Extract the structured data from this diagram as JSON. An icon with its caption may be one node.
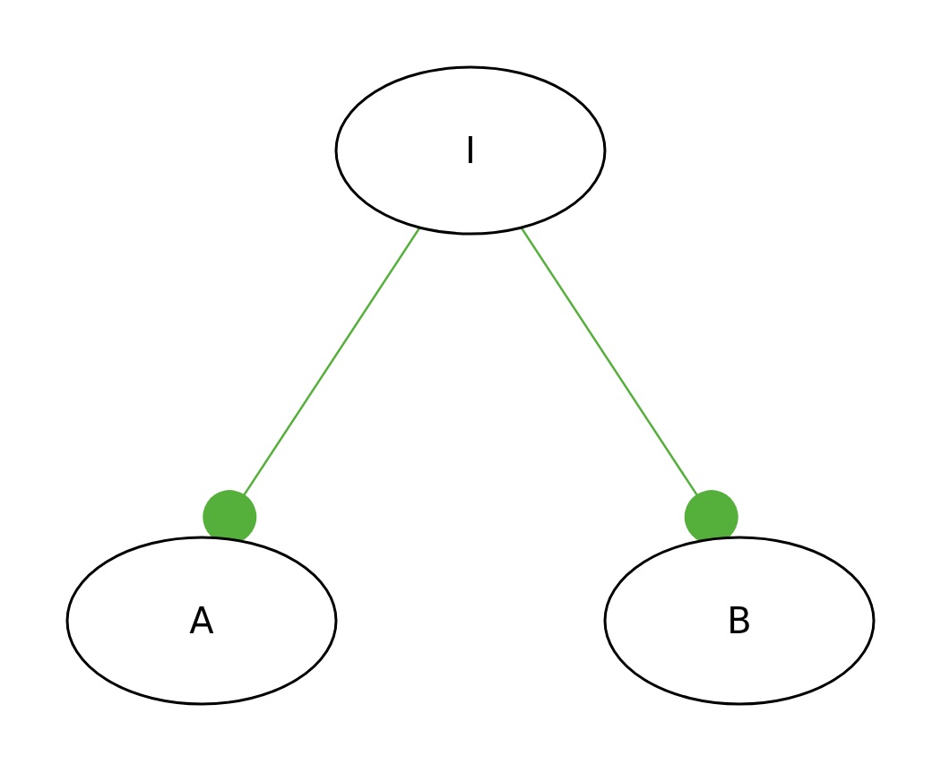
{
  "diagram": {
    "nodes": [
      {
        "text": [
          "I"
        ]
      },
      {
        "text": [
          "A"
        ]
      },
      {
        "text": [
          "B"
        ]
      }
    ],
    "edges": [
      {
        "from": 0,
        "to": 1,
        "arrow": "other"
      },
      {
        "from": 0,
        "to": 2,
        "arrow": "other"
      }
    ]
  }
}
